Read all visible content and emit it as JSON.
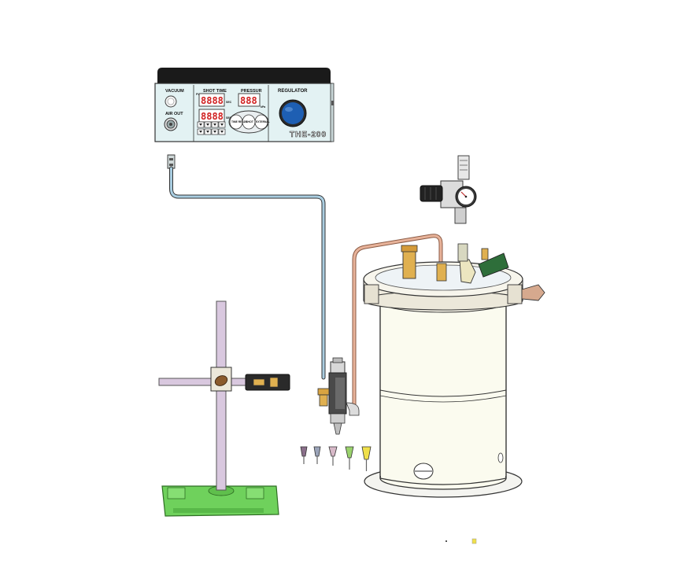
{
  "controller": {
    "vacuum_label": "VACUUM",
    "air_out_label": "AIR OUT",
    "shot_time_label": "SHOT TIME",
    "shot_time_display": "8888",
    "shot_time_display_2": "8888",
    "pressure_label": "PRESSUR",
    "pressure_display": "888",
    "regulator_label": "REGULATOR",
    "brand_label": "THE-200",
    "btn_timeready": "TIME READY",
    "btn_shot": "SHOT",
    "btn_external": "EXTERNAL",
    "small_sec": "SEC",
    "small_kpa": "kPa",
    "small_fv": "FV"
  },
  "colors": {
    "panel_face": "#e3f2f3",
    "panel_top": "#1a1a1a",
    "knob": "#1e5fb3",
    "air_hose": "#a9cde0",
    "fluid_line": "#e2a98e",
    "base_green": "#6fd15c",
    "stand_pole": "#d9c8df",
    "tank_body": "#fbfbef",
    "tip_colors": [
      "#8a6f8a",
      "#9aa3b8",
      "#d7b9c8",
      "#9ad26c",
      "#f0e04a"
    ]
  }
}
